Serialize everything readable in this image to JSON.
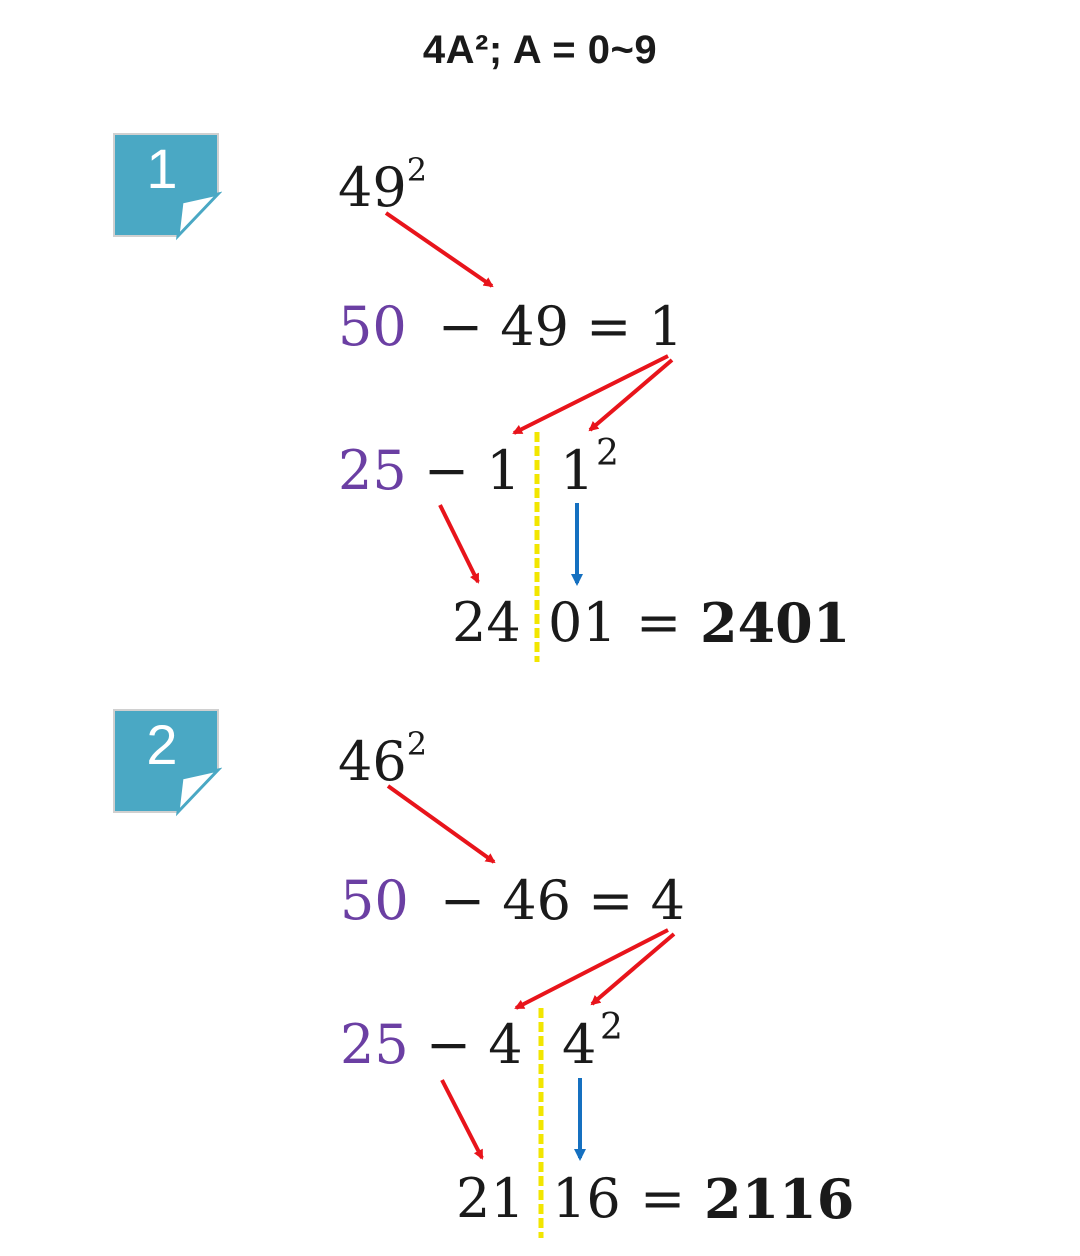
{
  "title": "4A²; A = 0~9",
  "examples": [
    {
      "badge": "1",
      "square_base": "49",
      "exp": "2",
      "diff_minuend": "50",
      "diff_rest": "− 49 = 1",
      "left_a": "25",
      "left_b": "− 1",
      "right_base": "1",
      "right_exp": "2",
      "res_left": "24",
      "res_right": "01",
      "res_eq": "=",
      "res_final": "2401"
    },
    {
      "badge": "2",
      "square_base": "46",
      "exp": "2",
      "diff_minuend": "50",
      "diff_rest": "− 46 = 4",
      "left_a": "25",
      "left_b": "− 4",
      "right_base": "4",
      "right_exp": "2",
      "res_left": "21",
      "res_right": "16",
      "res_eq": "=",
      "res_final": "2116"
    }
  ],
  "colors": {
    "badge_fill": "#4aa8c4",
    "purple": "#6b3fa3",
    "red_arrow": "#e8141b",
    "blue_arrow": "#1570c0",
    "divider": "#f2e600"
  }
}
